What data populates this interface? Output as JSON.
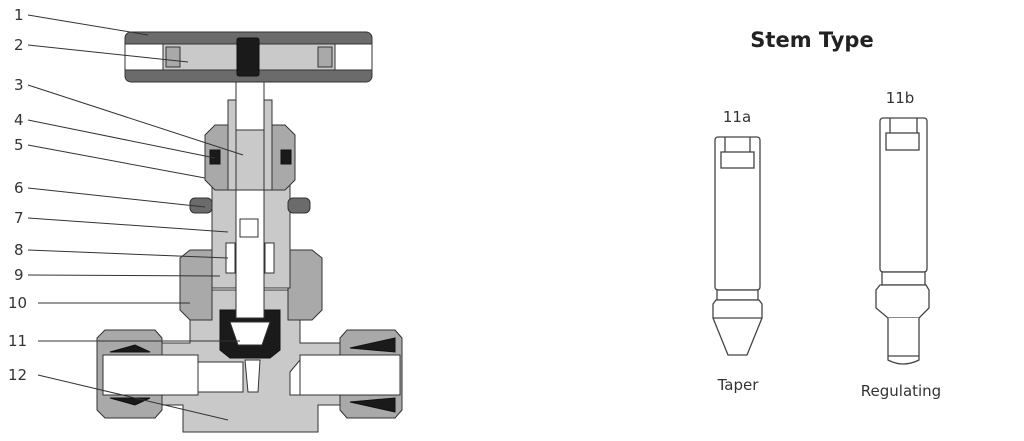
{
  "callouts": [
    "1",
    "2",
    "3",
    "4",
    "5",
    "6",
    "7",
    "8",
    "9",
    "10",
    "11",
    "12"
  ],
  "stem_type": {
    "title": "Stem Type",
    "items": [
      {
        "code": "11a",
        "name": "Taper"
      },
      {
        "code": "11b",
        "name": "Regulating"
      }
    ]
  }
}
